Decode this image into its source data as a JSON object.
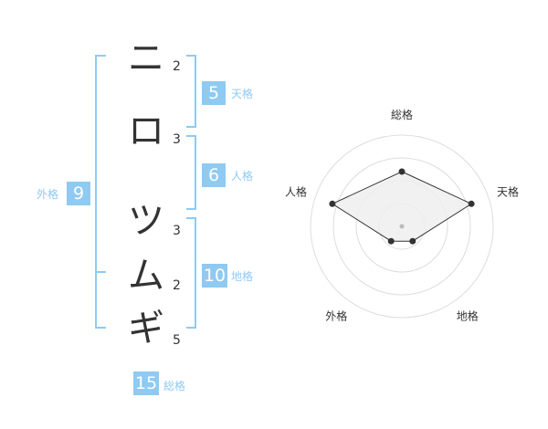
{
  "characters": [
    {
      "glyph": "ニ",
      "strokes": "2"
    },
    {
      "glyph": "ロ",
      "strokes": "3"
    },
    {
      "glyph": "ツ",
      "strokes": "3"
    },
    {
      "glyph": "ム",
      "strokes": "2"
    },
    {
      "glyph": "ギ",
      "strokes": "5"
    }
  ],
  "fortune": {
    "tenkaku": {
      "value": "5",
      "label": "天格"
    },
    "jinkaku": {
      "value": "6",
      "label": "人格"
    },
    "chikaku": {
      "value": "10",
      "label": "地格"
    },
    "gaikaku": {
      "value": "9",
      "label": "外格"
    },
    "soukaku": {
      "value": "15",
      "label": "総格"
    }
  },
  "colors": {
    "accent": "#8fcaf2",
    "text": "#333333",
    "grid": "#dddddd",
    "fill": "#eeeeee"
  },
  "chart_data": {
    "type": "radar",
    "axes": [
      "総格",
      "天格",
      "地格",
      "外格",
      "人格"
    ],
    "values": [
      3,
      4,
      1,
      1,
      4
    ],
    "max": 5,
    "rings": 4
  }
}
